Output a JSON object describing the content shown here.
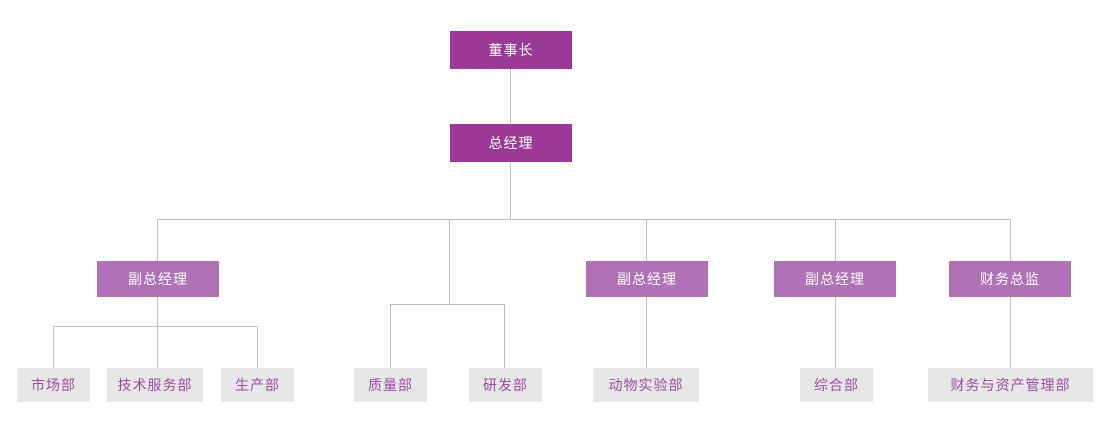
{
  "org": {
    "chairman": "董事长",
    "general_manager": "总经理",
    "branches": [
      {
        "manager": "副总经理",
        "departments": [
          "市场部",
          "技术服务部",
          "生产部"
        ]
      },
      {
        "manager": null,
        "departments": [
          "质量部",
          "研发部"
        ]
      },
      {
        "manager": "副总经理",
        "departments": [
          "动物实验部"
        ]
      },
      {
        "manager": "副总经理",
        "departments": [
          "综合部"
        ]
      },
      {
        "manager": "财务总监",
        "departments": [
          "财务与资产管理部"
        ]
      }
    ]
  },
  "colors": {
    "top_level_box": "#9b3a96",
    "mid_level_box": "#b171b6",
    "department_box": "#e7e7e7",
    "department_text": "#9c4ba0",
    "box_text_light": "#ffffff",
    "connector_line": "#b7c3cd",
    "background": "#ffffff"
  }
}
